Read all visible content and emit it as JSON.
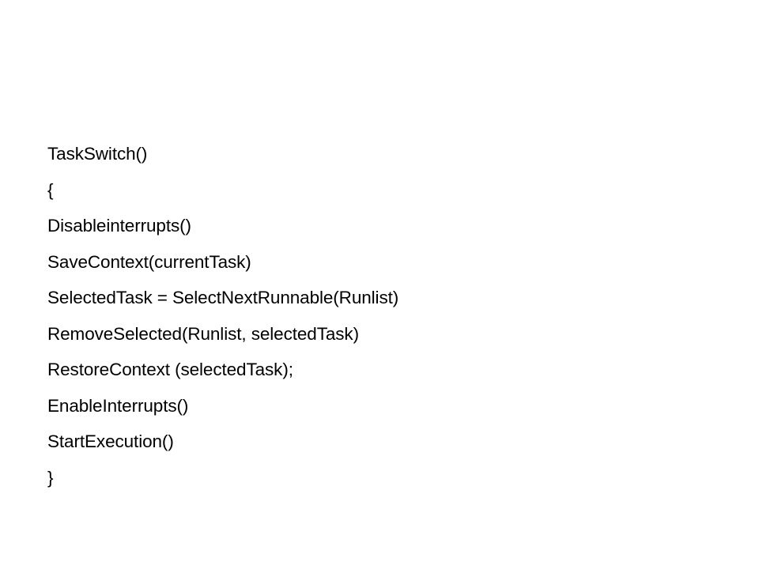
{
  "slide": {
    "lines": [
      "TaskSwitch()",
      "{",
      "Disableinterrupts()",
      "SaveContext(currentTask)",
      "SelectedTask = SelectNextRunnable(Runlist)",
      "RemoveSelected(Runlist, selectedTask)",
      "RestoreContext (selectedTask);",
      "EnableInterrupts()",
      "StartExecution()",
      "}"
    ]
  }
}
